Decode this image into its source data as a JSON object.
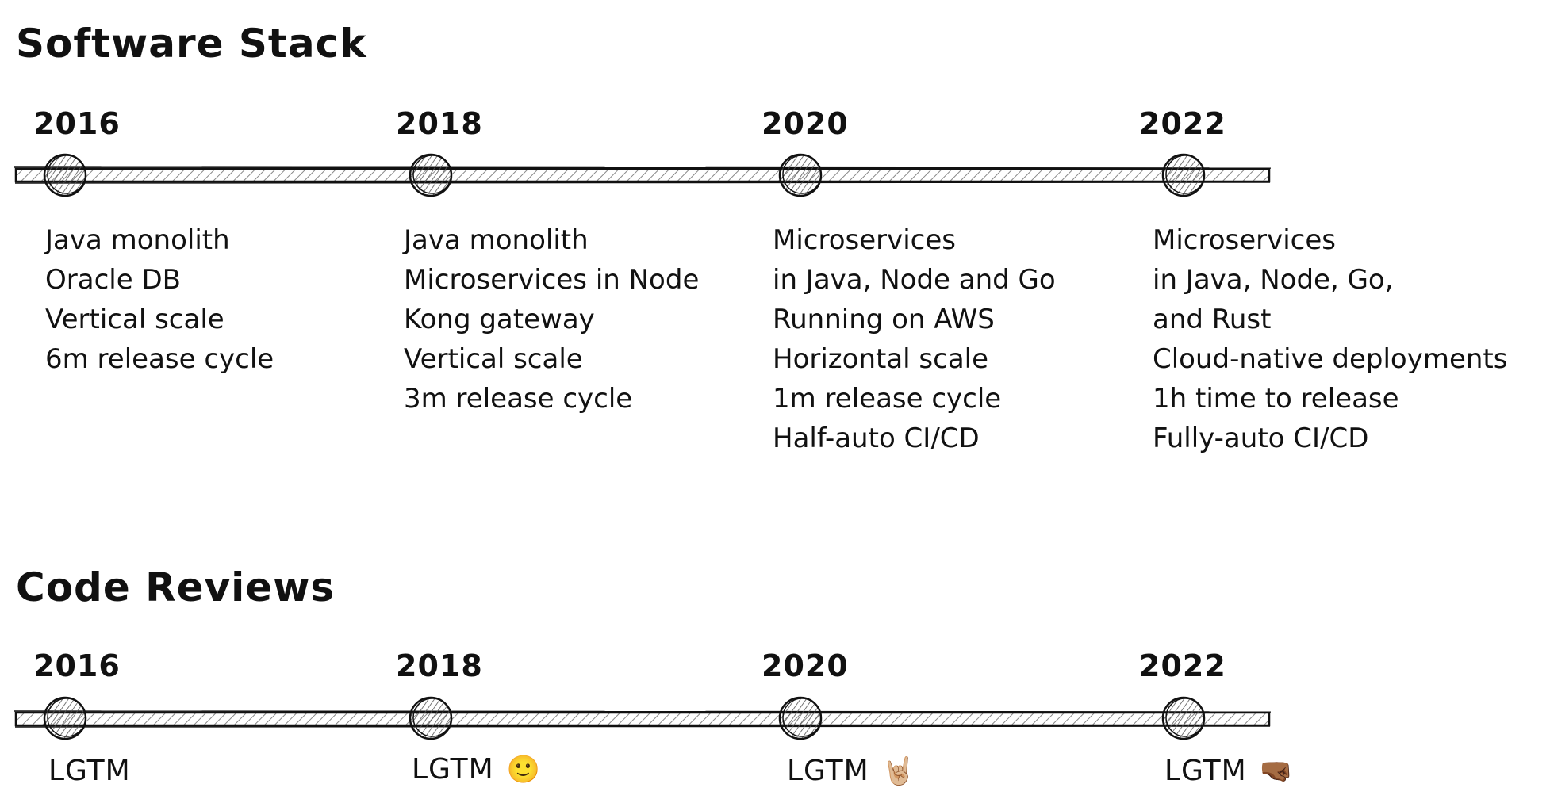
{
  "sections": {
    "software_stack": {
      "title": "Software Stack",
      "entries": [
        {
          "year": "2016",
          "lines": [
            "Java monolith",
            "Oracle DB",
            "Vertical scale",
            "6m release cycle"
          ]
        },
        {
          "year": "2018",
          "lines": [
            "Java monolith",
            "Microservices in Node",
            "Kong gateway",
            "Vertical scale",
            "3m release cycle"
          ]
        },
        {
          "year": "2020",
          "lines": [
            "Microservices",
            "in Java, Node and Go",
            "Running on AWS",
            "Horizontal scale",
            "1m release cycle",
            "Half-auto CI/CD"
          ]
        },
        {
          "year": "2022",
          "lines": [
            "Microservices",
            "in Java, Node, Go,",
            "and Rust",
            "Cloud-native deployments",
            "1h time to release",
            "Fully-auto CI/CD"
          ]
        }
      ]
    },
    "code_reviews": {
      "title": "Code Reviews",
      "entries": [
        {
          "year": "2016",
          "label": "LGTM",
          "emoji": ""
        },
        {
          "year": "2018",
          "label": "LGTM",
          "emoji": "🙂"
        },
        {
          "year": "2020",
          "label": "LGTM",
          "emoji": "🤘🏼"
        },
        {
          "year": "2022",
          "label": "LGTM",
          "emoji": "🤜🏾"
        }
      ]
    }
  },
  "colors": {
    "ink": "#111111",
    "hatch": "#888888"
  }
}
